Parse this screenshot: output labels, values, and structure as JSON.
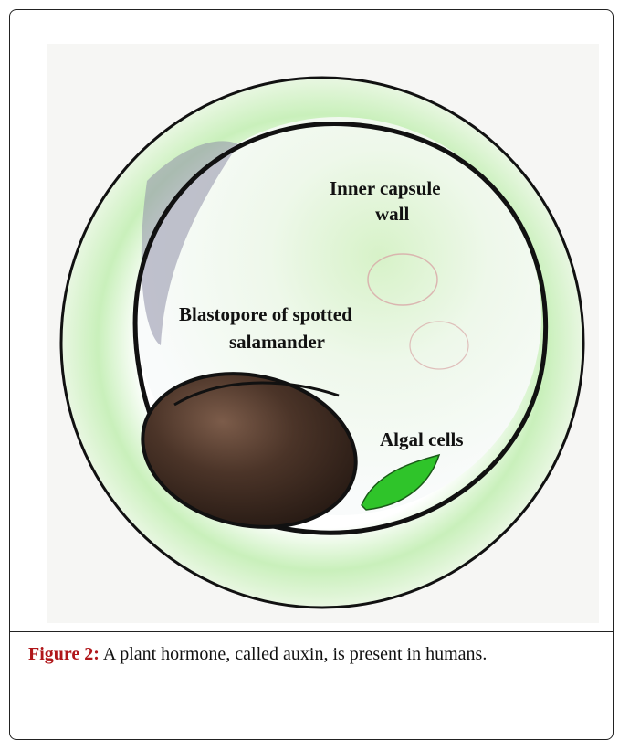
{
  "figure": {
    "labels": {
      "inner_capsule_line1": "Inner capsule",
      "inner_capsule_line2": "wall",
      "blastopore_line1": "Blastopore of spotted",
      "blastopore_line2": "salamander",
      "algal_cells": "Algal cells"
    },
    "caption_label": "Figure 2:",
    "caption_text": " A plant hormone, called auxin, is present in humans."
  },
  "colors": {
    "caption_label": "#b0161a",
    "outer_capsule_fill": "#cdeec0",
    "algae_green": "#2fc42a",
    "egg_brown": "#4a3125"
  }
}
